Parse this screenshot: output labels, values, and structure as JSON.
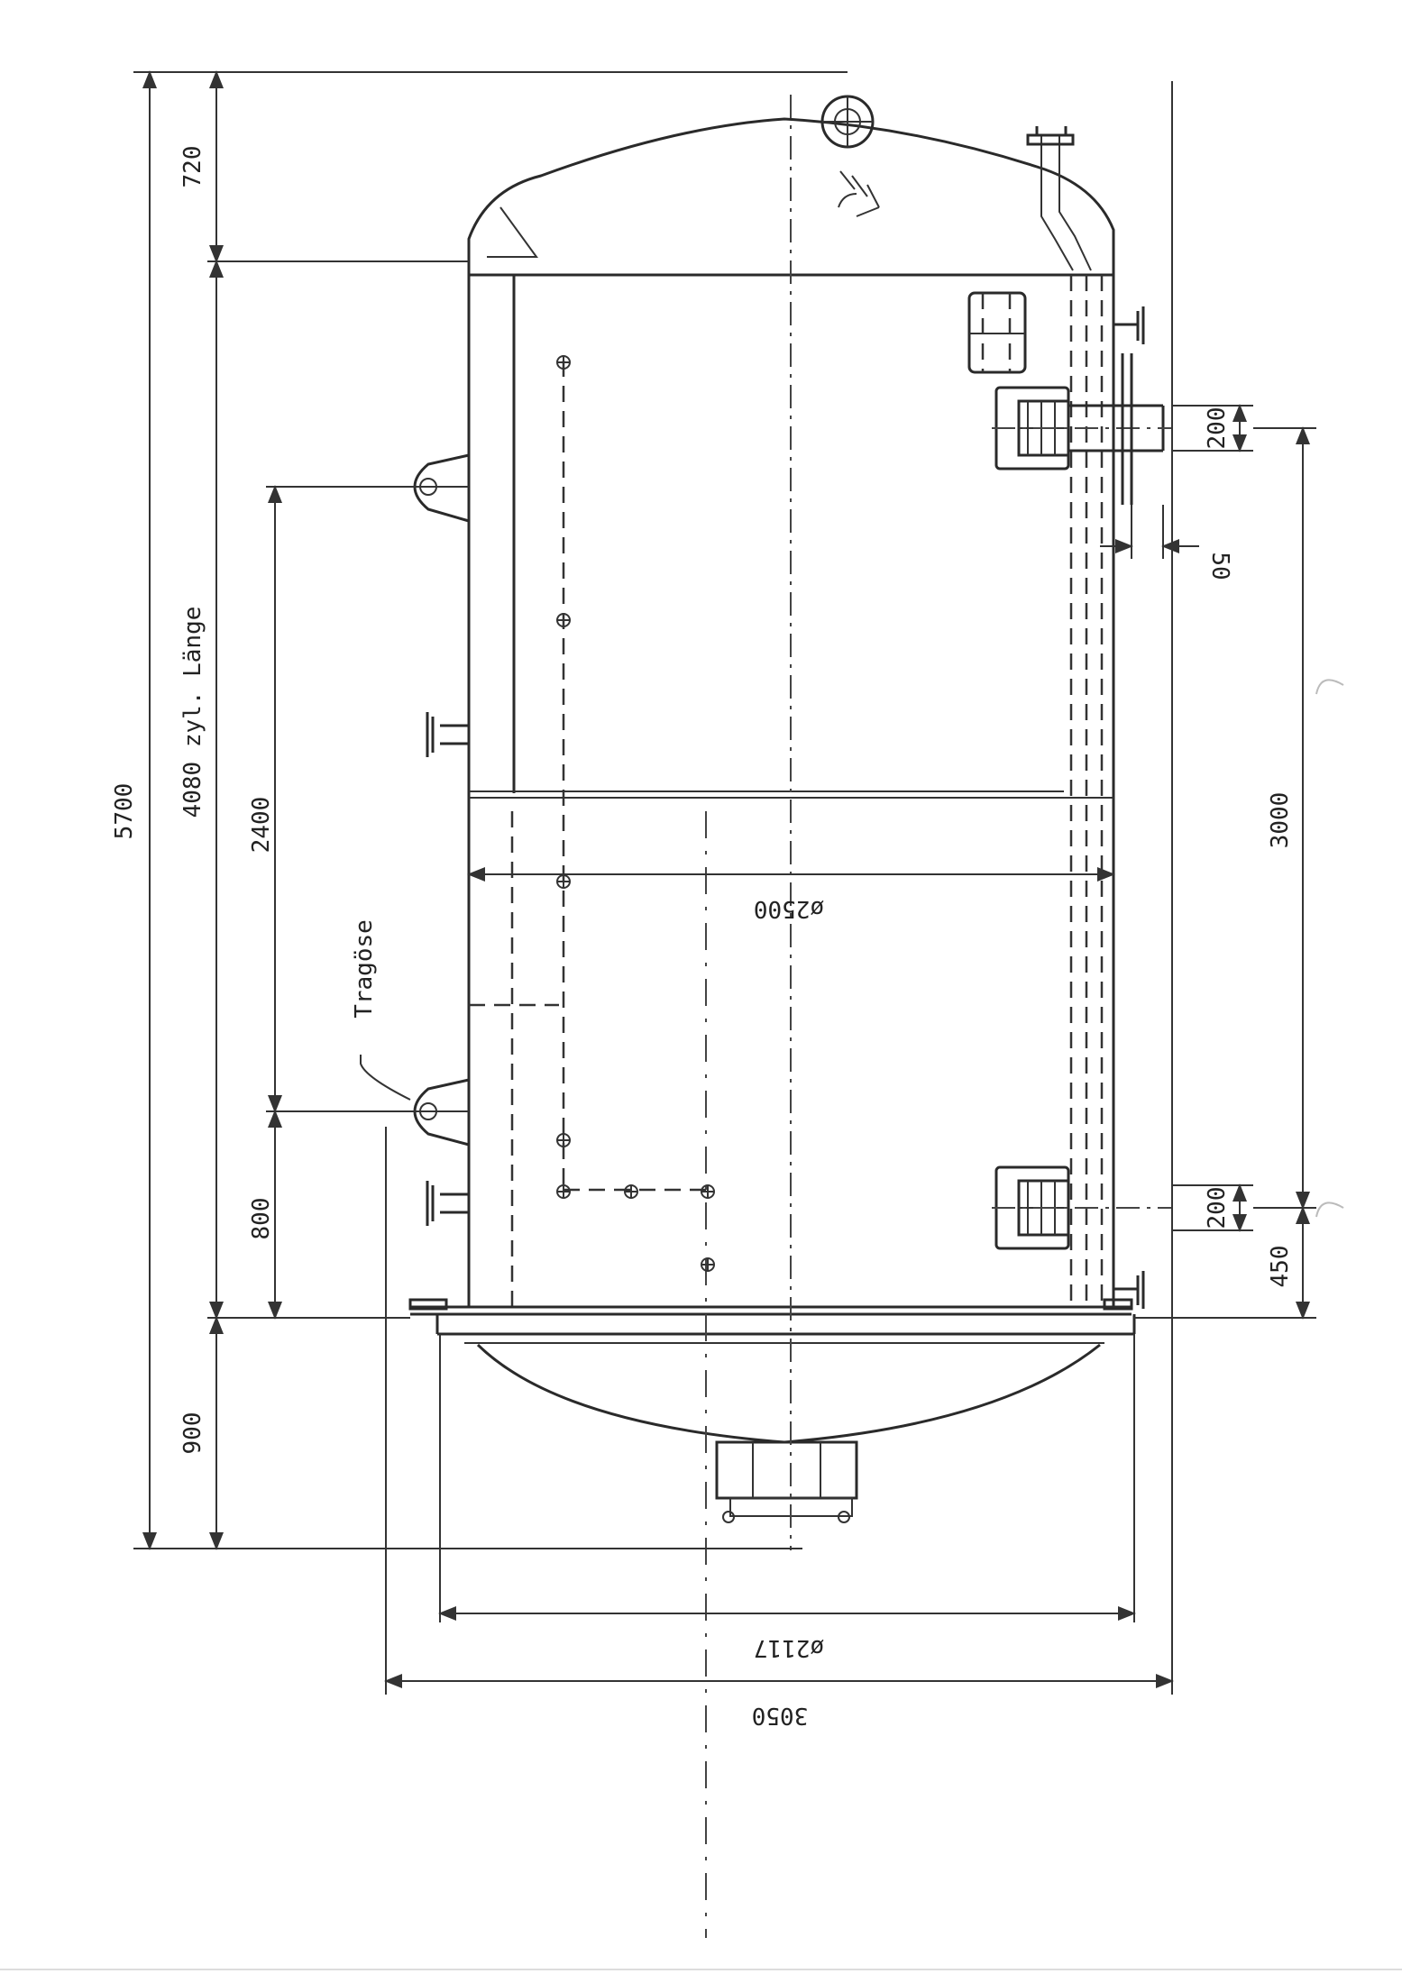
{
  "drawing": {
    "dim_overall_height": "5700",
    "dim_cylinder_length": "4080 zyl. Länge",
    "dim_top_head": "720",
    "dim_bottom_head": "900",
    "dim_lug_spacing": "2400",
    "dim_lug_height": "800",
    "dim_shell_diameter": "ø2500",
    "dim_flange_diameter": "ø2117",
    "dim_overall_width": "3050",
    "dim_nozzle_spacing": "3000",
    "dim_nozzle_upper": "200",
    "dim_nozzle_lower": "200",
    "dim_nozzle_offset": "450",
    "dim_projection": "50",
    "label_lifting_lug": "Tragöse"
  }
}
